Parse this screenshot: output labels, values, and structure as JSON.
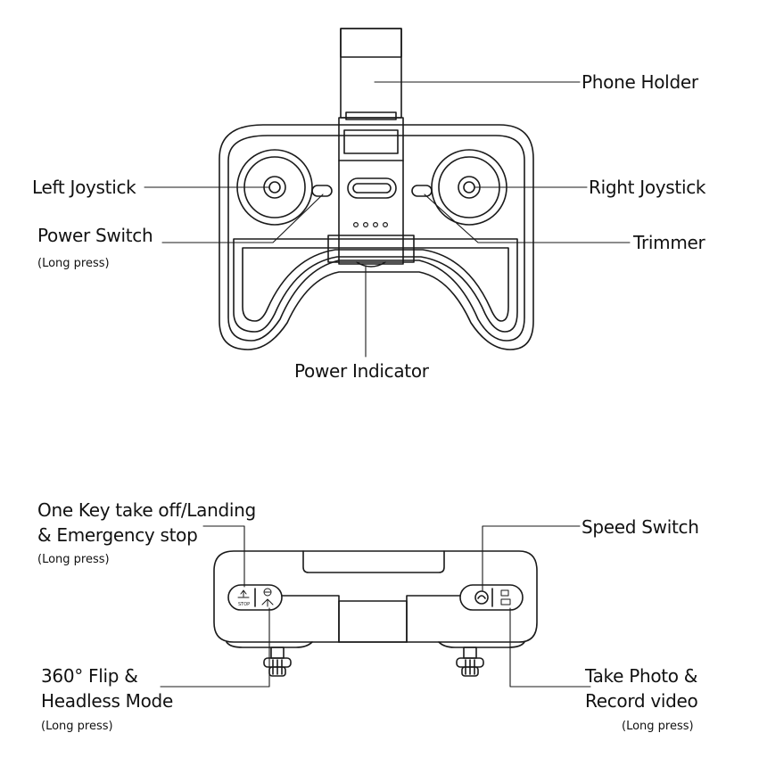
{
  "top_view": {
    "phone_holder": "Phone Holder",
    "left_joystick": "Left Joystick",
    "right_joystick": "Right Joystick",
    "power_switch": "Power Switch",
    "power_switch_note": "(Long press)",
    "trimmer": "Trimmer",
    "power_indicator": "Power Indicator"
  },
  "front_view": {
    "takeoff_line1": "One Key take off/Landing",
    "takeoff_line2": "& Emergency stop",
    "takeoff_note": "(Long press)",
    "speed_switch": "Speed Switch",
    "flip_line1": "360° Flip &",
    "flip_line2": "Headless Mode",
    "flip_note": "(Long press)",
    "photo_line1": "Take Photo &",
    "photo_line2": "Record video",
    "photo_note": "(Long press)",
    "stop_icon_text": "STOP"
  },
  "colors": {
    "line": "#1a1a1a",
    "text": "#111111",
    "background": "#ffffff"
  }
}
